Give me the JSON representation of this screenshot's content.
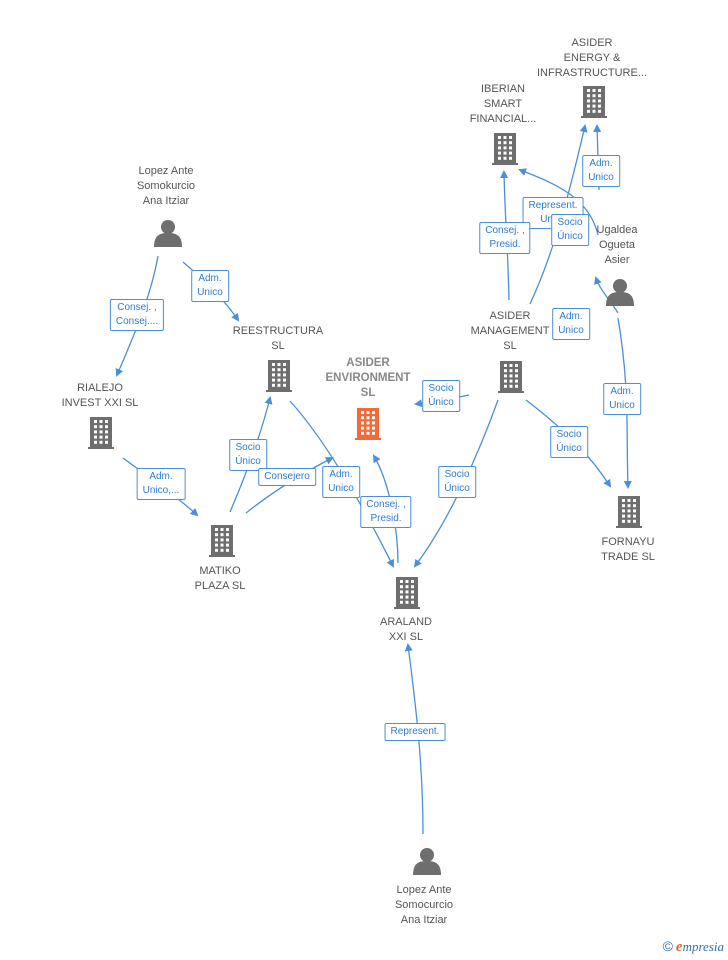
{
  "colors": {
    "edge": "#4a8fd8",
    "company": "#6e6e6e",
    "focus_company": "#f26a3a",
    "person": "#6e6e6e",
    "label_text": "#555555"
  },
  "nodes": [
    {
      "id": "asider_energy",
      "kind": "company",
      "lines": [
        "ASIDER",
        "ENERGY &",
        "INFRASTRUCTURE..."
      ]
    },
    {
      "id": "iberian_smart",
      "kind": "company",
      "lines": [
        "IBERIAN",
        "SMART",
        "FINANCIAL..."
      ]
    },
    {
      "id": "lopez_top",
      "kind": "person",
      "lines": [
        "Lopez Ante",
        "Somokurcio",
        "Ana Itziar"
      ]
    },
    {
      "id": "ugaldea",
      "kind": "person",
      "lines": [
        "Ugaldea",
        "Ogueta",
        "Asier"
      ]
    },
    {
      "id": "reestructura",
      "kind": "company",
      "lines": [
        "REESTRUCTURA",
        "SL"
      ]
    },
    {
      "id": "asider_env",
      "kind": "focus",
      "lines": [
        "ASIDER",
        "ENVIRONMENT",
        "SL"
      ]
    },
    {
      "id": "asider_mgmt",
      "kind": "company",
      "lines": [
        "ASIDER",
        "MANAGEMENT",
        "SL"
      ]
    },
    {
      "id": "rialejo",
      "kind": "company",
      "lines": [
        "RIALEJO",
        "INVEST XXI  SL"
      ]
    },
    {
      "id": "matiko",
      "kind": "company",
      "lines": [
        "MATIKO",
        "PLAZA  SL"
      ]
    },
    {
      "id": "araland",
      "kind": "company",
      "lines": [
        "ARALAND",
        "XXI  SL"
      ]
    },
    {
      "id": "fornayu",
      "kind": "company",
      "lines": [
        "FORNAYU",
        "TRADE  SL"
      ]
    },
    {
      "id": "lopez_bottom",
      "kind": "person",
      "lines": [
        "Lopez Ante",
        "Somocurcio",
        "Ana Itziar"
      ]
    }
  ],
  "edges": [
    {
      "id": "e1",
      "lines": [
        "Adm.",
        "Unico"
      ]
    },
    {
      "id": "e2",
      "lines": [
        "Represent.",
        "Unico"
      ]
    },
    {
      "id": "e3",
      "lines": [
        "Consej. ,",
        "Presid."
      ]
    },
    {
      "id": "e4",
      "lines": [
        "Adm.",
        "Unico"
      ]
    },
    {
      "id": "e5",
      "lines": [
        "Consej. ,",
        "Consej...."
      ]
    },
    {
      "id": "e6",
      "lines": [
        "Adm.",
        "Unico"
      ]
    },
    {
      "id": "e7",
      "lines": [
        "Socio",
        "Único"
      ]
    },
    {
      "id": "e8",
      "lines": [
        "Adm.",
        "Unico"
      ]
    },
    {
      "id": "e9",
      "lines": [
        "Socio",
        "Único"
      ]
    },
    {
      "id": "e10",
      "lines": [
        "Adm.",
        "Unico,..."
      ]
    },
    {
      "id": "e11",
      "lines": [
        "Socio",
        "Único"
      ]
    },
    {
      "id": "e12",
      "lines": [
        "Consejero"
      ]
    },
    {
      "id": "e13",
      "lines": [
        "Adm.",
        "Unico"
      ]
    },
    {
      "id": "e14",
      "lines": [
        "Consej. ,",
        "Presid."
      ]
    },
    {
      "id": "e15",
      "lines": [
        "Socio",
        "Único"
      ]
    },
    {
      "id": "e16",
      "lines": [
        "Socio",
        "Único"
      ]
    },
    {
      "id": "e17",
      "lines": [
        "Represent."
      ]
    }
  ],
  "footer": {
    "copyright": "©",
    "brand_first": "e",
    "brand_rest": "mpresia"
  }
}
